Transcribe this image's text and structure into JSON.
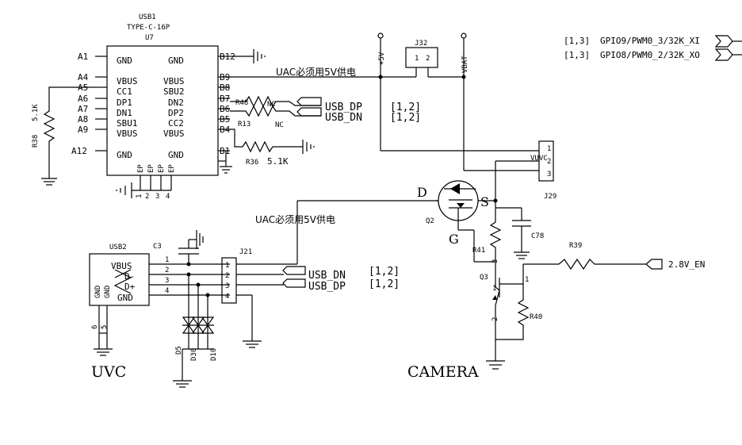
{
  "usb1": {
    "ref": "USB1",
    "part": "TYPE-C-16P",
    "u": "U7",
    "left_pins": [
      "A1",
      "A4",
      "A5",
      "A6",
      "A7",
      "A8",
      "A9",
      "A12"
    ],
    "right_pins": [
      "B12",
      "B9",
      "B8",
      "B7",
      "B6",
      "B5",
      "B4",
      "B1"
    ],
    "inner_left": [
      "GND",
      "VBUS",
      "CC1",
      "DP1",
      "DN1",
      "SBU1",
      "VBUS",
      "GND"
    ],
    "inner_right": [
      "GND",
      "VBUS",
      "SBU2",
      "DN2",
      "DP2",
      "CC2",
      "VBUS",
      "GND"
    ],
    "ep_labels": [
      "EP",
      "EP",
      "EP",
      "EP"
    ],
    "ep_nums": [
      "1",
      "2",
      "3",
      "4"
    ]
  },
  "r38": {
    "ref": "R38",
    "value": "5.1K"
  },
  "r48": {
    "ref": "R48",
    "value": "NC"
  },
  "r13": {
    "ref": "R13",
    "value": "NC"
  },
  "r36": {
    "ref": "R36",
    "value": "5.1K"
  },
  "nets": {
    "usb_dp": "USB_DP",
    "usb_dn": "USB_DN",
    "sheet_ref": "[1,2]",
    "uac_note": "UAC必须用5V供电",
    "plus5v": "+5V",
    "vbat": "VBAT",
    "vuvc": "VUVC",
    "en28": "2.8V_EN",
    "gpio9": "GPIO9/PWM0_3/32K_XI",
    "gpio8": "GPIO8/PWM0_2/32K_XO",
    "gpio_ref": "[1,3]"
  },
  "j32": {
    "ref": "J32",
    "pins": [
      "1",
      "2"
    ]
  },
  "j29": {
    "ref": "J29",
    "pins": [
      "1",
      "2",
      "3"
    ]
  },
  "q2": {
    "ref": "Q2",
    "d": "D",
    "s": "S",
    "g": "G"
  },
  "q3": {
    "ref": "Q3",
    "pins": [
      "1",
      "2",
      "3"
    ]
  },
  "c78": {
    "ref": "C78"
  },
  "r41": {
    "ref": "R41"
  },
  "r39": {
    "ref": "R39"
  },
  "r40": {
    "ref": "R40"
  },
  "usb2": {
    "ref": "USB2",
    "pins": [
      "1",
      "2",
      "3",
      "4"
    ],
    "inner": [
      "VBUS",
      "D-",
      "D+",
      "GND"
    ],
    "gnd_labels": [
      "GND",
      "GND"
    ],
    "bottom_pins": [
      "6",
      "5"
    ]
  },
  "c3": {
    "ref": "C3"
  },
  "j21": {
    "ref": "J21",
    "pins": [
      "1",
      "2",
      "3",
      "4"
    ]
  },
  "diodes": {
    "d5": "D5",
    "d30": "D30",
    "d10": "D10"
  },
  "titles": {
    "uvc": "UVC",
    "camera": "CAMERA"
  }
}
